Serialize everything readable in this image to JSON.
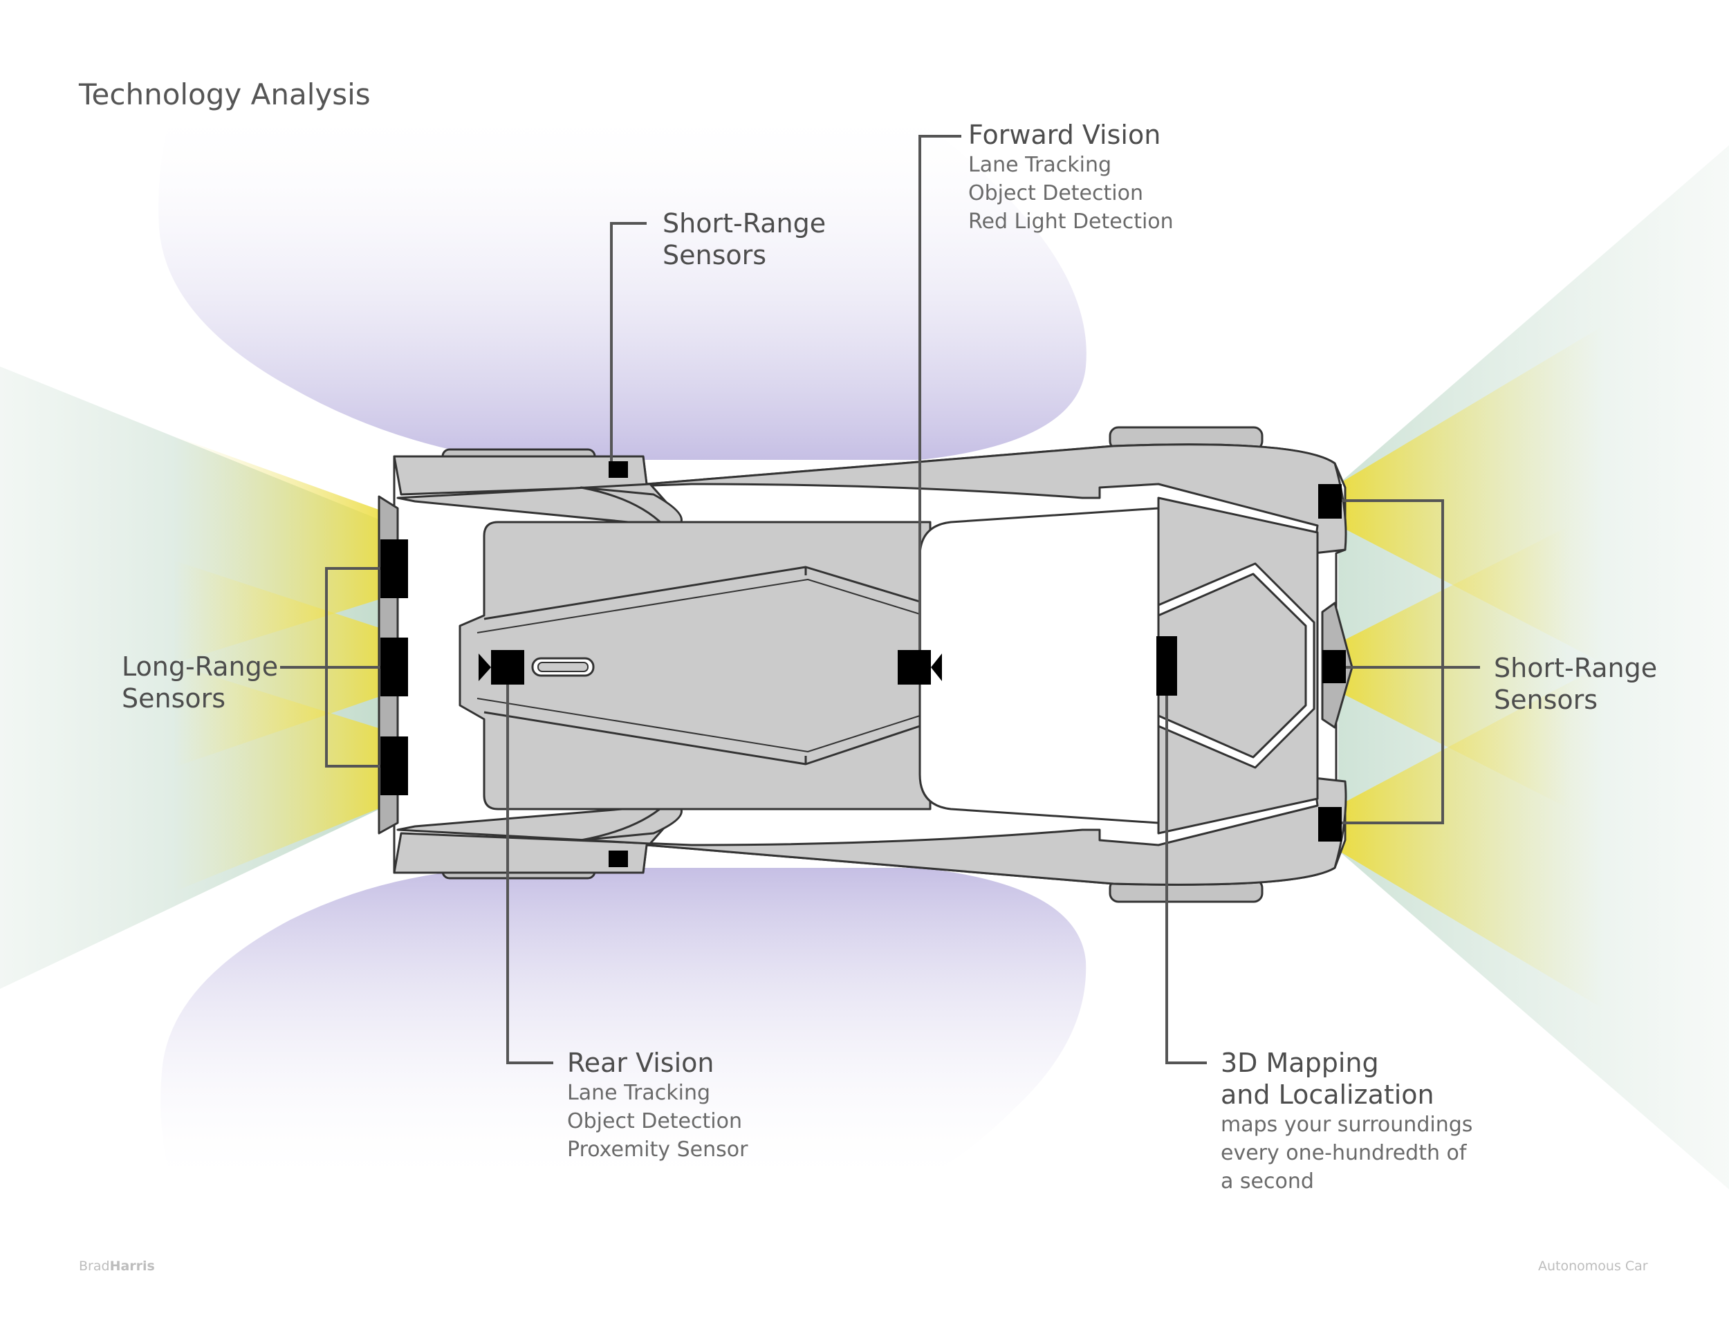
{
  "title": "Technology Analysis",
  "labels": {
    "forward_vision": {
      "heading": "Forward Vision",
      "items": [
        "Lane Tracking",
        "Object Detection",
        "Red Light Detection"
      ]
    },
    "short_range_top": {
      "line1": "Short-Range",
      "line2": "Sensors"
    },
    "long_range": {
      "line1": "Long-Range",
      "line2": "Sensors"
    },
    "short_range_right": {
      "line1": "Short-Range",
      "line2": "Sensors"
    },
    "rear_vision": {
      "heading": "Rear Vision",
      "items": [
        "Lane Tracking",
        "Object Detection",
        "Proxemity Sensor"
      ]
    },
    "mapping": {
      "line1": "3D Mapping",
      "line2": "and Localization",
      "items": [
        "maps your surroundings",
        "every one-hundredth of",
        "a second"
      ]
    }
  },
  "footer": {
    "author_first": "Brad",
    "author_last": "Harris",
    "project": "Autonomous Car"
  },
  "colors": {
    "car_body": "#cbcbcb",
    "car_outline": "#333333",
    "sensor": "#000000",
    "leader_line": "#555555",
    "beam_yellow": "#f0e14a",
    "beam_green": "#cfe3d4",
    "beam_purple": "#c9c2e6"
  }
}
